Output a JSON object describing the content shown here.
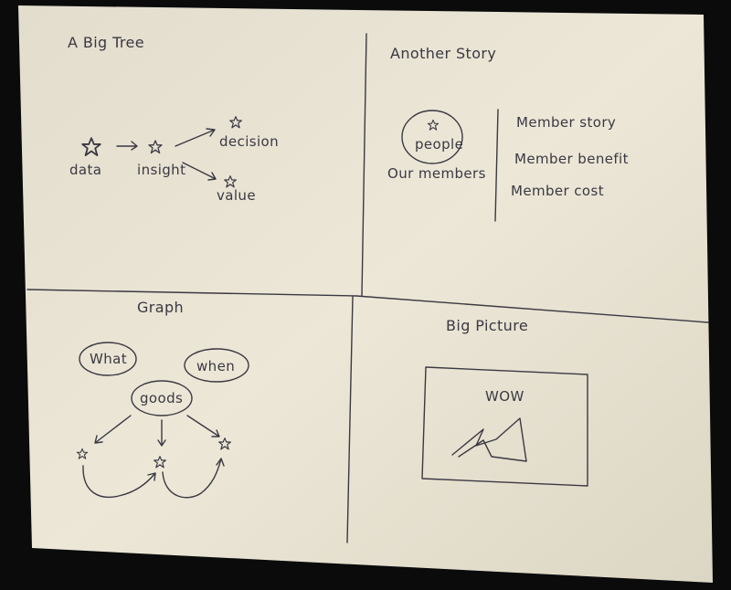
{
  "quadrants": {
    "top_left": {
      "title": "A Big Tree",
      "labels": {
        "data": "data",
        "insight": "insight",
        "decision": "decision",
        "value": "value"
      }
    },
    "top_right": {
      "title": "Another Story",
      "circle_label": "people",
      "circle_caption": "Our members",
      "list": [
        "Member story",
        "Member benefit",
        "Member cost"
      ]
    },
    "bottom_left": {
      "title": "Graph",
      "bubbles": {
        "what": "What",
        "when": "when",
        "goods": "goods"
      }
    },
    "bottom_right": {
      "title": "Big Picture",
      "frame_text": "WOW"
    }
  },
  "colors": {
    "background": "#0b0b0c",
    "paper": "#ebe6d6",
    "ink": "#3a3942"
  }
}
